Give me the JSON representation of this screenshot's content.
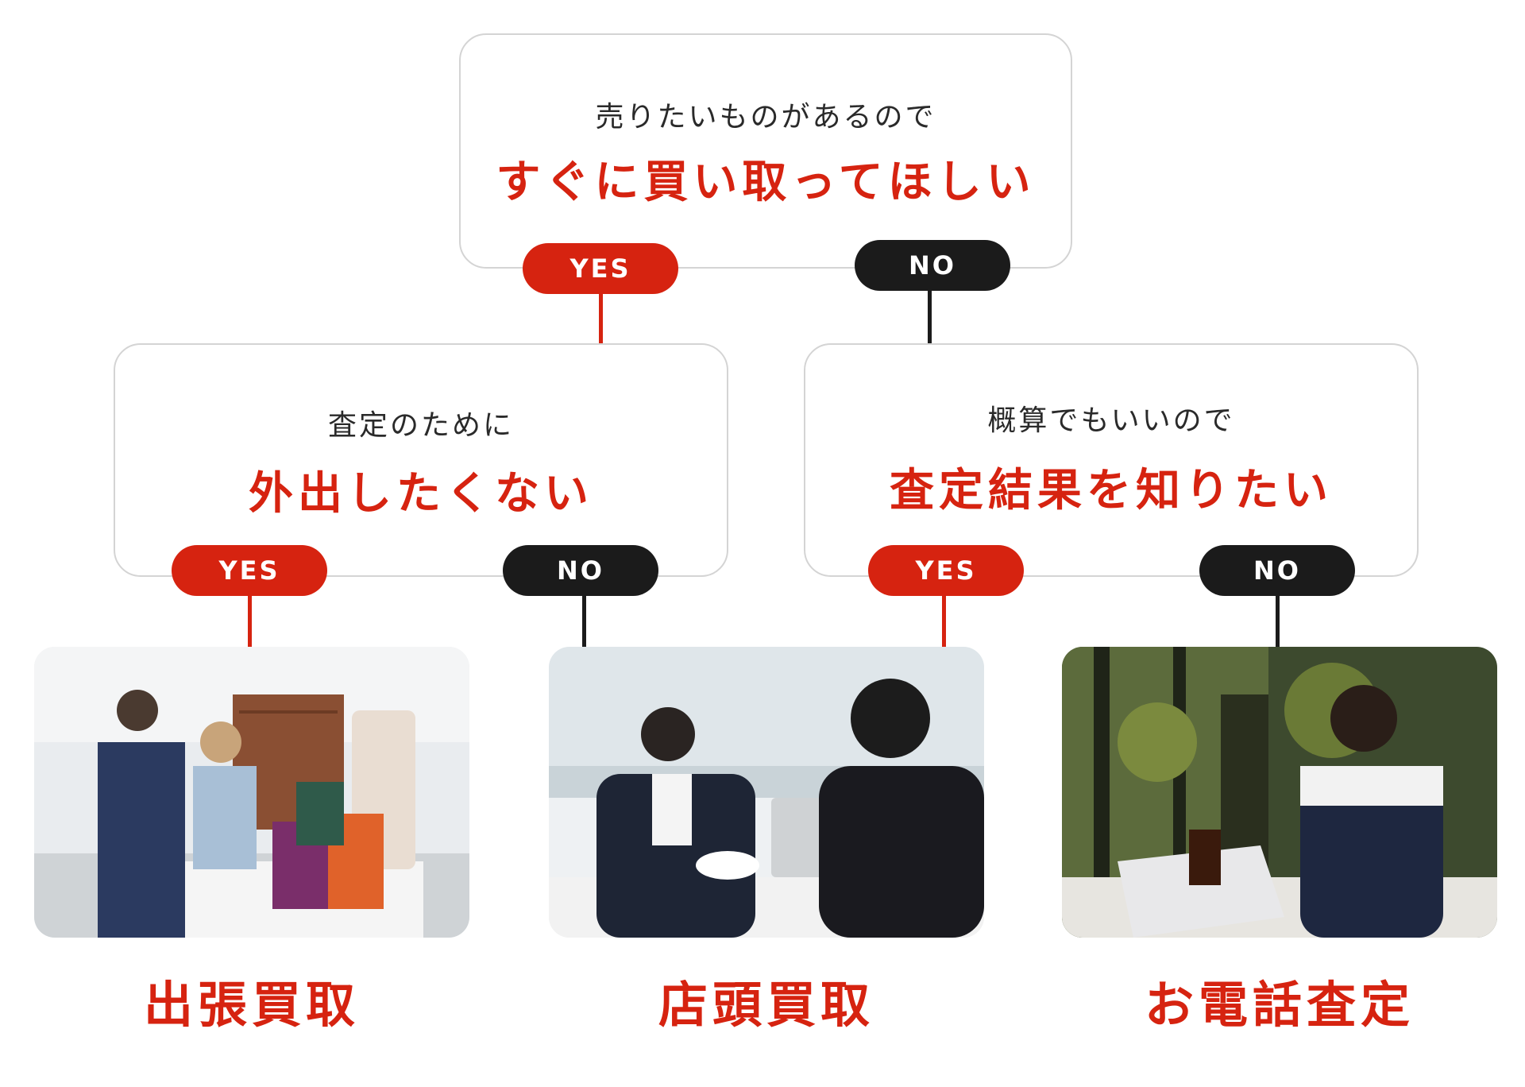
{
  "questions": {
    "q1": {
      "sub": "売りたいものがあるので",
      "main": "すぐに買い取ってほしい"
    },
    "q2": {
      "sub": "査定のために",
      "main": "外出したくない"
    },
    "q3": {
      "sub": "概算でもいいので",
      "main": "査定結果を知りたい"
    }
  },
  "branch_labels": {
    "yes": "YES",
    "no": "NO"
  },
  "results": {
    "r1": {
      "label": "出張買取",
      "image": "home-visit-couple-with-shopping-bags-photo"
    },
    "r2": {
      "label": "店頭買取",
      "image": "store-counter-appraisal-photo"
    },
    "r3": {
      "label": "お電話査定",
      "image": "woman-on-phone-at-cafe-photo"
    }
  },
  "colors": {
    "accent": "#d62310",
    "dark": "#1b1b1b",
    "border": "#d4d4d4"
  }
}
